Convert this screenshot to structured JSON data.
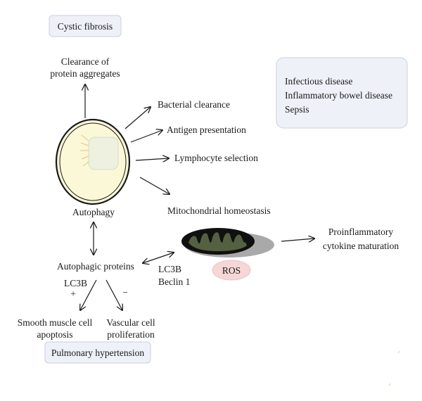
{
  "labels": {
    "cystic_fibrosis": "Cystic fibrosis",
    "clearance_line1": "Clearance of",
    "clearance_line2": "protein aggregates",
    "bacterial_clearance": "Bacterial clearance",
    "antigen_presentation": "Antigen presentation",
    "lymphocyte_selection": "Lymphocyte selection",
    "mitochondrial_homeostasis": "Mitochondrial homeostasis",
    "autophagy": "Autophagy",
    "autophagic_proteins": "Autophagic proteins",
    "lc3b_left": "LC3B",
    "plus_sign": "+",
    "minus_sign": "−",
    "lc3b_right": "LC3B",
    "beclin1": "Beclin 1",
    "ros": "ROS",
    "proinflammatory_line1": "Proinflammatory",
    "proinflammatory_line2": "cytokine maturation",
    "smooth_line1": "Smooth muscle cell",
    "smooth_line2": "apoptosis",
    "vascular_line1": "Vascular cell",
    "vascular_line2": "proliferation",
    "pulmonary_hypertension": "Pulmonary hypertension"
  },
  "disease_box": [
    "Infectious disease",
    "Inflammatory bowel disease",
    "Sepsis"
  ],
  "colors": {
    "cell_fill": "#fbf8d8",
    "nucleus_fill": "#eef0e0",
    "box_fill": "#eef1f8",
    "ros_fill": "#f6d6d6",
    "mito_outer": "#101010",
    "mito_cristae": "#556040",
    "mito_shadow": "#a9a9a9"
  }
}
